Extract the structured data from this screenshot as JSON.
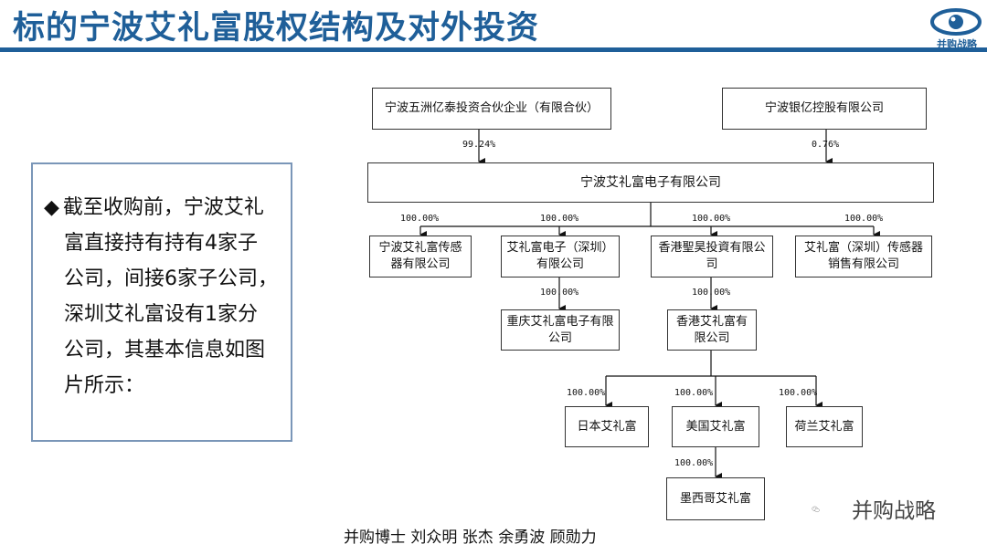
{
  "header": {
    "title": "标的宁波艾礼富股权结构及对外投资",
    "logo_text": "并购战略",
    "logo_icon": "eye-icon",
    "accent_color": "#1f5f99"
  },
  "note": {
    "lines": [
      "截至收购前，宁波艾礼",
      "富直接持有持有4家子",
      "公司，间接6家子公司，",
      "深圳艾礼富设有1家分",
      "公司，其基本信息如图",
      "片所示："
    ]
  },
  "diagram": {
    "shareholders": [
      {
        "name": "宁波五洲亿泰投资合伙企业（有限合伙）",
        "share": "99.24%"
      },
      {
        "name": "宁波银亿控股有限公司",
        "share": "0.76%"
      }
    ],
    "target": "宁波艾礼富电子有限公司",
    "subsidiaries": [
      {
        "name": "宁波艾礼富传感器有限公司",
        "share": "100.00%"
      },
      {
        "name": "艾礼富电子（深圳）有限公司",
        "share": "100.00%"
      },
      {
        "name": "香港聖昊投資有限公司",
        "share": "100.00%"
      },
      {
        "name": "艾礼富（深圳）传感器销售有限公司",
        "share": "100.00%"
      }
    ],
    "level2": [
      {
        "name": "重庆艾礼富电子有限公司",
        "share": "100.00%"
      },
      {
        "name": "香港艾礼富有限公司",
        "share": "100.00%"
      }
    ],
    "level3": [
      {
        "name": "日本艾礼富",
        "share": "100.00%"
      },
      {
        "name": "美国艾礼富",
        "share": "100.00%"
      },
      {
        "name": "荷兰艾礼富",
        "share": "100.00%"
      }
    ],
    "level4": [
      {
        "name": "墨西哥艾礼富",
        "share": "100.00%"
      }
    ]
  },
  "footer": {
    "authors": "并购博士 刘众明 张杰 余勇波 顾勋力"
  },
  "watermark": {
    "text": "并购战略",
    "icon": "wechat-icon"
  }
}
